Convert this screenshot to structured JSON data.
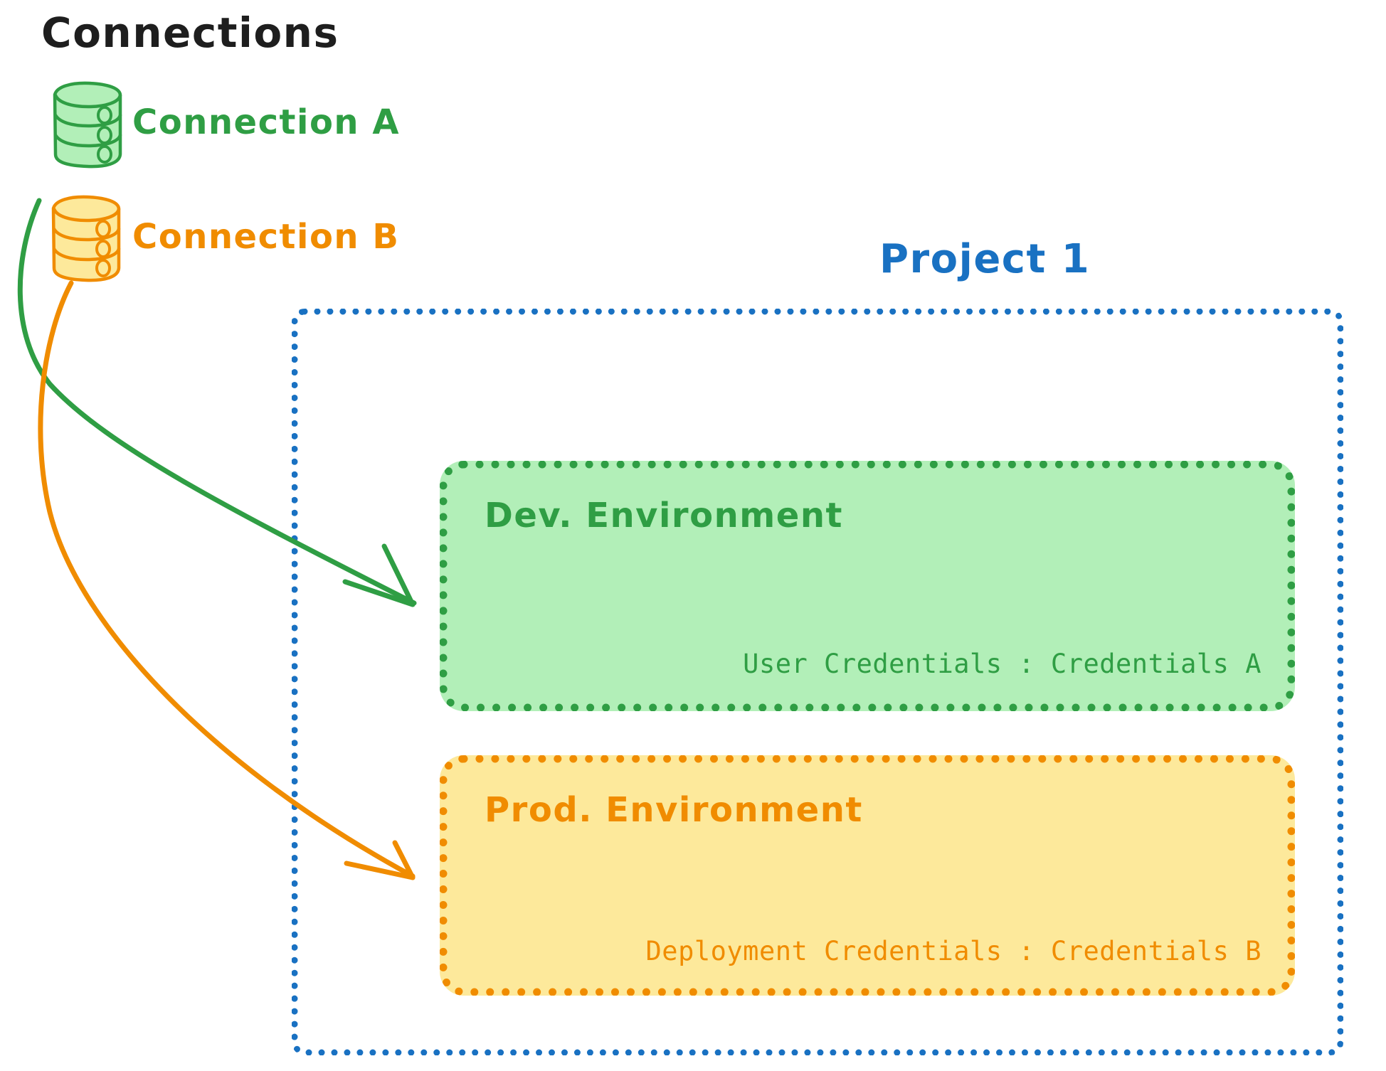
{
  "diagram": {
    "title": "Connections",
    "title_color": "#1e1e1e",
    "background": "#ffffff"
  },
  "connections": [
    {
      "id": "connection-a",
      "label": "Connection A",
      "icon": "database-cylinder-icon",
      "color": "#2f9e44",
      "fill": "#b2efb8",
      "target": "Dev. Environment"
    },
    {
      "id": "connection-b",
      "label": "Connection B",
      "icon": "database-cylinder-icon",
      "color": "#f08c00",
      "fill": "#fde99b",
      "target": "Prod. Environment"
    }
  ],
  "project": {
    "label": "Project 1",
    "color": "#1971c2",
    "border_style": "dotted",
    "environments": [
      {
        "id": "dev-environment",
        "title": "Dev. Environment",
        "credentials_label": "User Credentials",
        "credentials_value": "Credentials A",
        "credentials_line": "User Credentials : Credentials A",
        "color": "#2f9e44",
        "fill": "#b2efb8"
      },
      {
        "id": "prod-environment",
        "title": "Prod. Environment",
        "credentials_label": "Deployment Credentials",
        "credentials_value": "Credentials B",
        "credentials_line": "Deployment Credentials : Credentials B",
        "color": "#f08c00",
        "fill": "#fde99b"
      }
    ]
  },
  "arrows": [
    {
      "id": "arrow-connection-a-to-dev",
      "from": "Connection A",
      "to": "Dev. Environment",
      "color": "#2f9e44"
    },
    {
      "id": "arrow-connection-b-to-prod",
      "from": "Connection B",
      "to": "Prod. Environment",
      "color": "#f08c00"
    }
  ]
}
